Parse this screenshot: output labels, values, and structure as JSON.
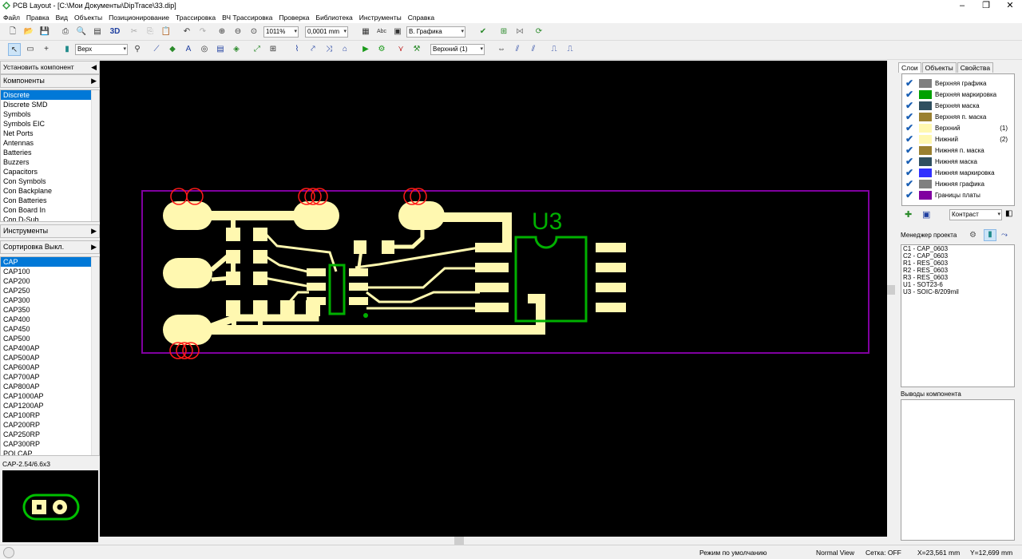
{
  "window": {
    "title": "PCB Layout - [C:\\Мои Документы\\DipTrace\\33.dip]"
  },
  "menu": [
    "Файл",
    "Правка",
    "Вид",
    "Объекты",
    "Позиционирование",
    "Трассировка",
    "ВЧ Трассировка",
    "Проверка",
    "Библиотека",
    "Инструменты",
    "Справка"
  ],
  "toolbar1": {
    "zoom": "1011%",
    "grid": "0,0001 mm",
    "graphics_combo": "В. Графика",
    "btn_3d": "3D"
  },
  "toolbar2": {
    "side_combo": "Верх",
    "layer_combo": "Верхний (1)"
  },
  "left": {
    "place_component": "Установить компонент",
    "components_header": "Компоненты",
    "libraries": [
      "Discrete",
      "Discrete SMD",
      "Symbols",
      "Symbols EIC",
      "Net Ports",
      "Antennas",
      "Batteries",
      "Buzzers",
      "Capacitors",
      "Con Symbols",
      "Con Backplane",
      "Con Batteries",
      "Con Board In",
      "Con D-Sub"
    ],
    "tools_header": "Инструменты",
    "sort_header": "Сортировка Выкл.",
    "parts": [
      "CAP",
      "CAP100",
      "CAP200",
      "CAP250",
      "CAP300",
      "CAP350",
      "CAP400",
      "CAP450",
      "CAP500",
      "CAP400AP",
      "CAP500AP",
      "CAP600AP",
      "CAP700AP",
      "CAP800AP",
      "CAP1000AP",
      "CAP1200AP",
      "CAP100RP",
      "CAP200RP",
      "CAP250RP",
      "CAP300RP",
      "POLCAP"
    ],
    "preview_label": "CAP-2.54/6.6x3"
  },
  "right": {
    "tabs": [
      "Слои",
      "Объекты",
      "Свойства"
    ],
    "layers": [
      {
        "name": "Верхняя графика",
        "color": "#808080",
        "num": ""
      },
      {
        "name": "Верхняя маркировка",
        "color": "#00a000",
        "num": ""
      },
      {
        "name": "Верхняя маска",
        "color": "#2f4f5f",
        "num": ""
      },
      {
        "name": "Верхняя п. маска",
        "color": "#9a8030",
        "num": ""
      },
      {
        "name": "Верхний",
        "color": "#fff8b0",
        "num": "(1)"
      },
      {
        "name": "Нижний",
        "color": "#fff8b0",
        "num": "(2)"
      },
      {
        "name": "Нижняя п. маска",
        "color": "#9a8030",
        "num": ""
      },
      {
        "name": "Нижняя маска",
        "color": "#2f4f5f",
        "num": ""
      },
      {
        "name": "Нижняя маркировка",
        "color": "#3030ff",
        "num": ""
      },
      {
        "name": "Нижняя графика",
        "color": "#808080",
        "num": ""
      },
      {
        "name": "Границы платы",
        "color": "#8000a0",
        "num": ""
      }
    ],
    "contrast_combo": "Контраст",
    "manager_title": "Менеджер проекта",
    "components": [
      "C1 - CAP_0603",
      "C2 - CAP_0603",
      "R1 - RES_0603",
      "R2 - RES_0603",
      "R3 - RES_0603",
      "U1 - SOT23-6",
      "U3 - SOIC-8/209mil"
    ],
    "pins_title": "Выводы компонента"
  },
  "canvas": {
    "label_u3": "U3"
  },
  "status": {
    "mode": "Режим по умолчанию",
    "view": "Normal View",
    "grid": "Сетка: OFF",
    "x": "X=23,561 mm",
    "y": "Y=12,699 mm"
  }
}
